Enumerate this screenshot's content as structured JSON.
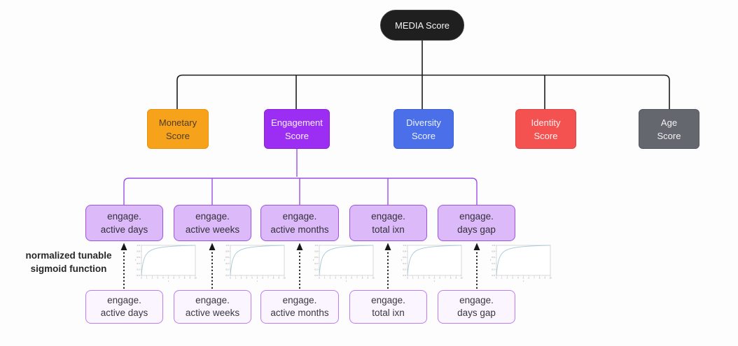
{
  "root": {
    "label": "MEDIA Score"
  },
  "level2": [
    {
      "name": "monetary",
      "lines": [
        "Monetary",
        "Score"
      ]
    },
    {
      "name": "engagement",
      "lines": [
        "Engagement",
        "Score"
      ]
    },
    {
      "name": "diversity",
      "lines": [
        "Diversity",
        "Score"
      ]
    },
    {
      "name": "identity",
      "lines": [
        "Identity",
        "Score"
      ]
    },
    {
      "name": "age",
      "lines": [
        "Age",
        "Score"
      ]
    }
  ],
  "level3": [
    {
      "lines": [
        "engage.",
        "active days"
      ]
    },
    {
      "lines": [
        "engage.",
        "active weeks"
      ]
    },
    {
      "lines": [
        "engage.",
        "active months"
      ]
    },
    {
      "lines": [
        "engage.",
        "total ixn"
      ]
    },
    {
      "lines": [
        "engage.",
        "days gap"
      ]
    }
  ],
  "level4": [
    {
      "lines": [
        "engage.",
        "active days"
      ]
    },
    {
      "lines": [
        "engage.",
        "active weeks"
      ]
    },
    {
      "lines": [
        "engage.",
        "active months"
      ]
    },
    {
      "lines": [
        "engage.",
        "total ixn"
      ]
    },
    {
      "lines": [
        "engage.",
        "days gap"
      ]
    }
  ],
  "side_label": {
    "lines": [
      "normalized tunable",
      "sigmoid function"
    ]
  },
  "chart_data": {
    "type": "line",
    "title": "normalized tunable sigmoid function",
    "x_range": [
      0,
      10
    ],
    "y_range": [
      0,
      1
    ],
    "x_ticks": [
      0,
      1,
      2,
      3,
      4,
      5,
      6,
      7,
      8,
      9,
      10
    ],
    "y_ticks": [
      0.0,
      0.2,
      0.4,
      0.6,
      0.8,
      1.0
    ],
    "xlabel": "x",
    "ylabel": "y",
    "curve": "y = (x/(x+k)) / (xmax/(xmax+k))",
    "k": 0.45,
    "repeated_count": 5,
    "legend": "none",
    "grid": "off"
  },
  "colors": {
    "canvas_bg": "#fdfdfd",
    "root_fill": "#1f1f1f",
    "root_text": "#f5f5f5",
    "black_line": "#1c1c1c",
    "purple_line": "#9b4fe8",
    "monetary_fill": "#f7a21b",
    "monetary_border": "#e6930f",
    "monetary_text": "#4e3c27",
    "engagement_fill": "#9c2ef3",
    "engagement_border": "#8a22dd",
    "engagement_text": "#f8f2ff",
    "diversity_fill": "#4a6fe9",
    "diversity_border": "#3d5fd6",
    "diversity_text": "#eef3ff",
    "identity_fill": "#f45250",
    "identity_border": "#e04543",
    "identity_text": "#fff1f1",
    "age_fill": "#64676e",
    "age_border": "#54575e",
    "age_text": "#f4f4f5",
    "l3_fill": "#dcb9f8",
    "l3_border": "#a24fe8",
    "l3_text": "#33313a",
    "l4_fill": "#faf5fe",
    "l4_border": "#bf7cf0",
    "l4_text": "#3a3742",
    "label_text": "#282828",
    "chart_border": "#c8c8c8",
    "chart_curve": "#a5c8d8",
    "chart_tick_text": "#8f8f8f",
    "arrow_color": "#171717"
  }
}
